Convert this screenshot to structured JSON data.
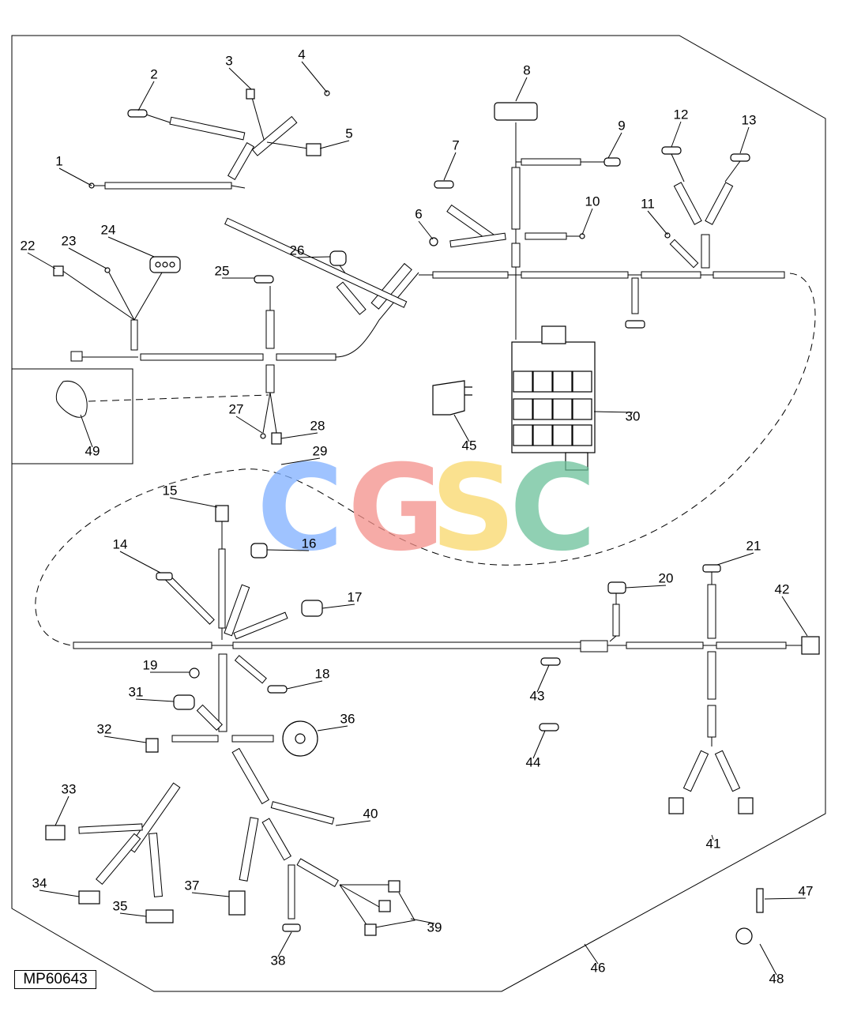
{
  "reference_code": "MP60643",
  "watermark": {
    "letters": [
      {
        "char": "C",
        "color": "#7fb0ff"
      },
      {
        "char": "G",
        "color": "#f3908a"
      },
      {
        "char": "S",
        "color": "#f9d86a"
      },
      {
        "char": "C",
        "color": "#6cc19a"
      }
    ]
  },
  "callouts": [
    "1",
    "2",
    "3",
    "4",
    "5",
    "6",
    "7",
    "8",
    "9",
    "10",
    "11",
    "12",
    "13",
    "14",
    "15",
    "16",
    "17",
    "18",
    "19",
    "20",
    "21",
    "22",
    "23",
    "24",
    "25",
    "26",
    "27",
    "28",
    "29",
    "30",
    "31",
    "32",
    "33",
    "34",
    "35",
    "36",
    "37",
    "38",
    "39",
    "40",
    "41",
    "42",
    "43",
    "44",
    "45",
    "46",
    "47",
    "48",
    "49"
  ]
}
